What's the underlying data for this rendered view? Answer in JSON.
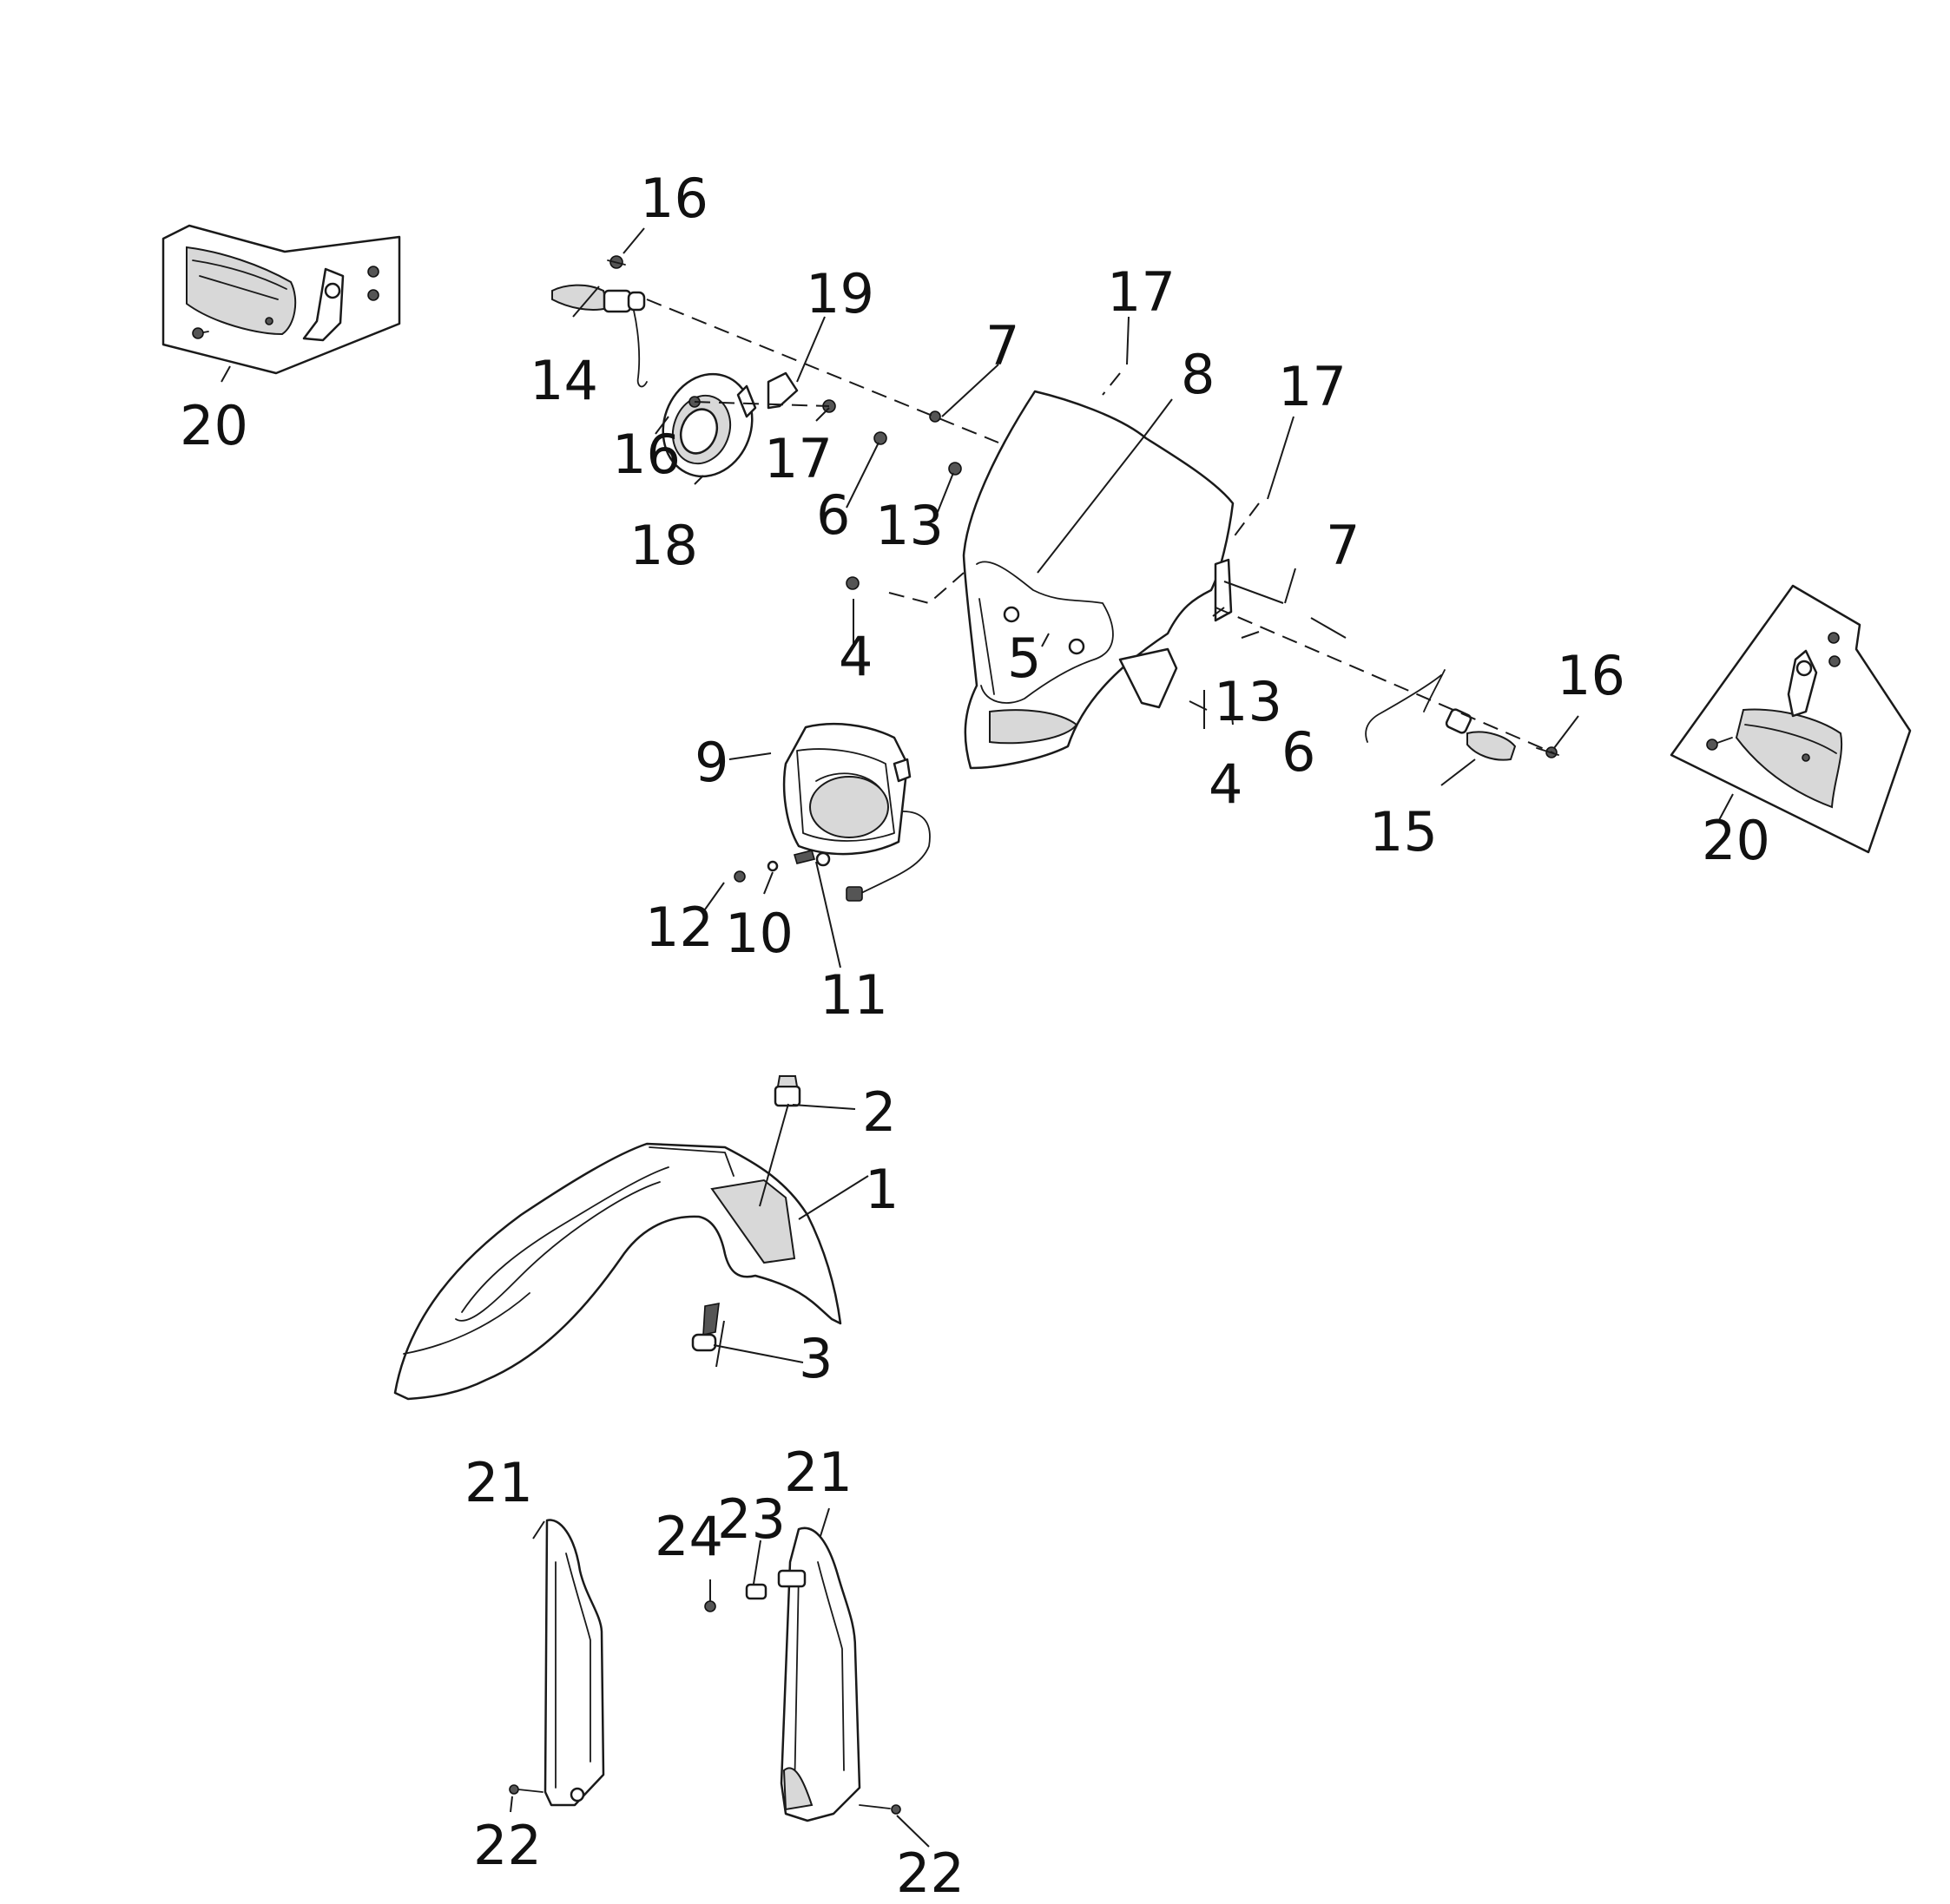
{
  "callouts": {
    "c1": "1",
    "c2": "2",
    "c3": "3",
    "c4a": "4",
    "c4b": "4",
    "c5": "5",
    "c6a": "6",
    "c6b": "6",
    "c7a": "7",
    "c7b": "7",
    "c8": "8",
    "c9": "9",
    "c10": "10",
    "c11": "11",
    "c12": "12",
    "c13a": "13",
    "c13b": "13",
    "c14": "14",
    "c15": "15",
    "c16a": "16",
    "c16b": "16",
    "c16c": "16",
    "c17a": "17",
    "c17b": "17",
    "c17c": "17",
    "c18": "18",
    "c19": "19",
    "c20a": "20",
    "c20b": "20",
    "c21a": "21",
    "c21b": "21",
    "c22a": "22",
    "c22b": "22",
    "c23": "23",
    "c24": "24"
  },
  "colors": {
    "line": "#1a1a1a",
    "background": "#ffffff"
  }
}
